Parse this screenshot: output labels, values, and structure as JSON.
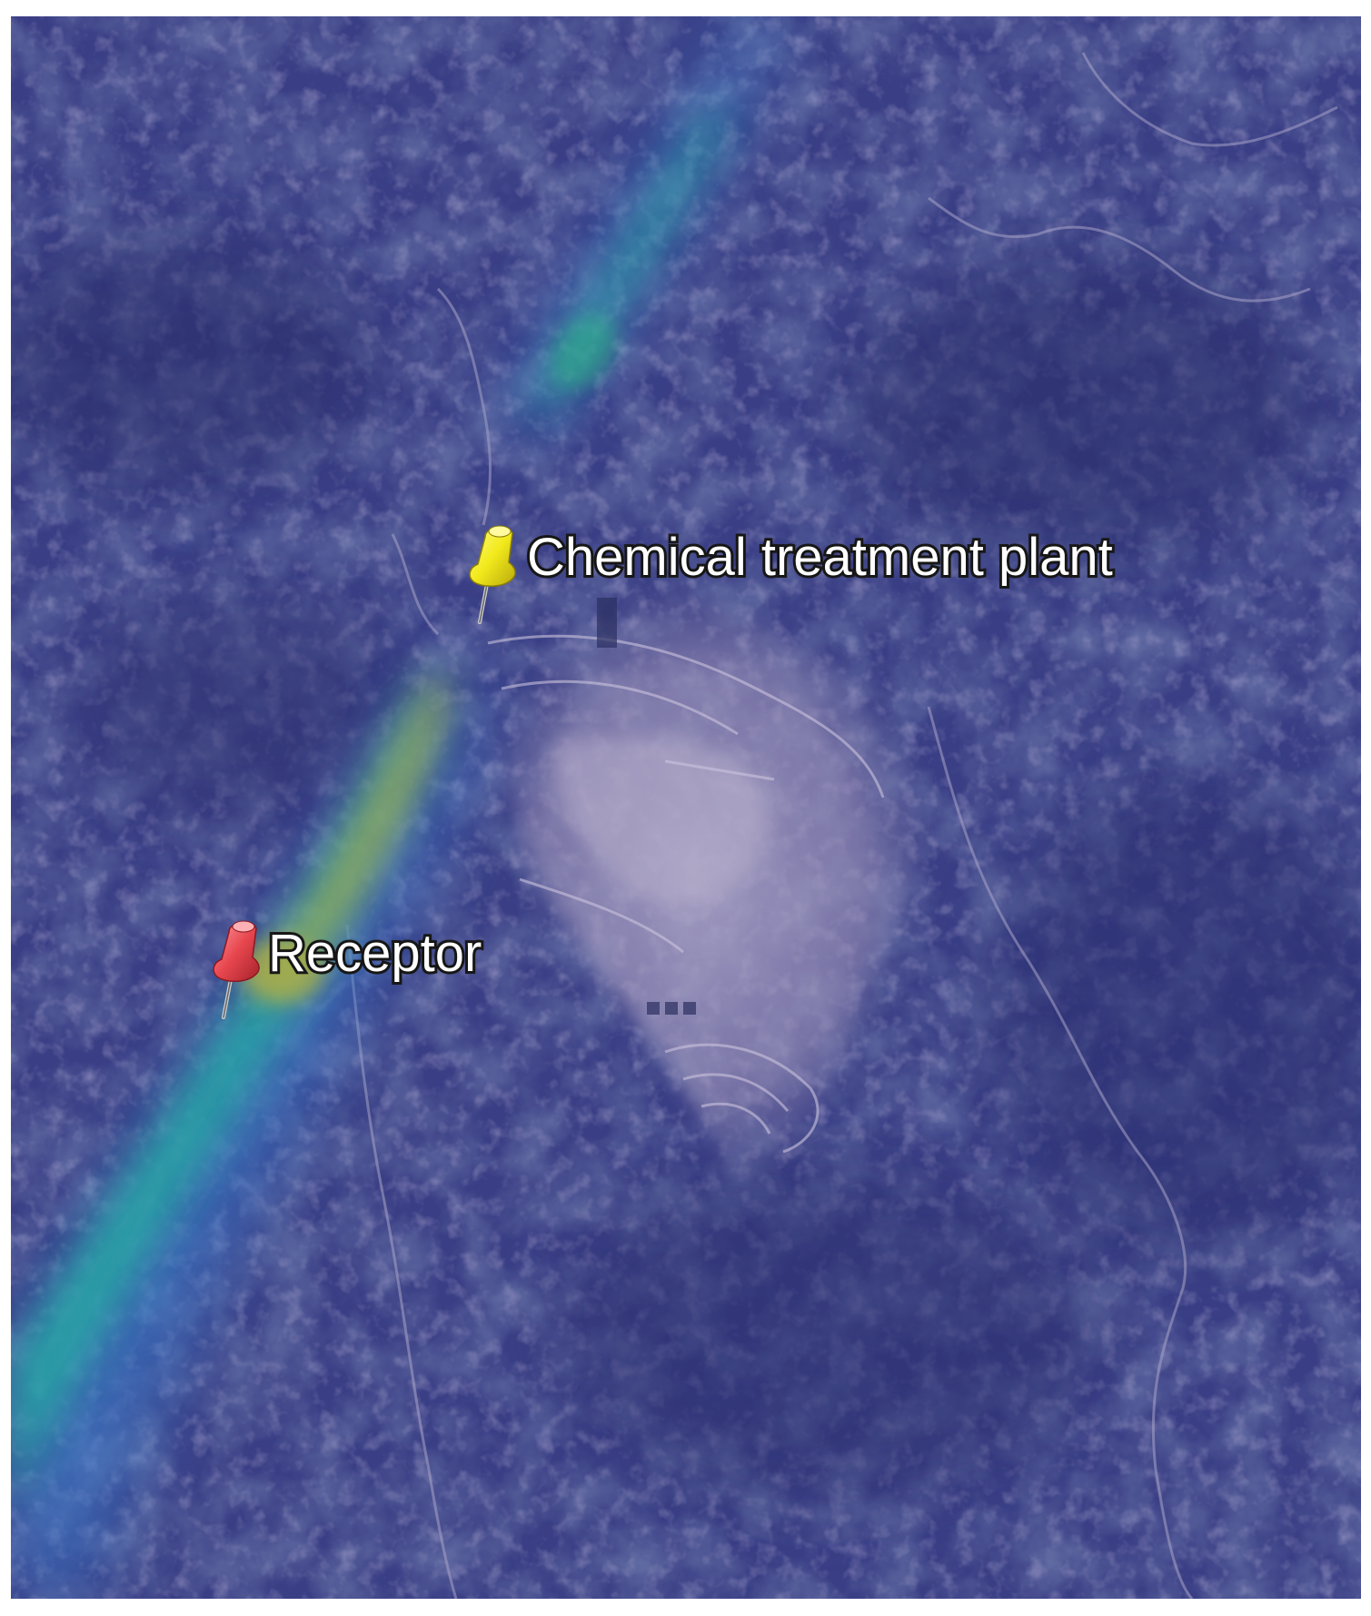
{
  "map": {
    "imagery": "satellite-terrain-with-purple-overlay",
    "colors": {
      "overlay_base": "#3b3f86",
      "plume_low": "#3a7fd0",
      "plume_mid": "#20b7a8",
      "plume_high": "#c8c038",
      "plant_pin": "#f2ea1c",
      "receptor_pin": "#e8474f"
    }
  },
  "markers": [
    {
      "id": "plant",
      "label": "Chemical treatment plant",
      "icon": "yellow-pushpin-icon"
    },
    {
      "id": "receptor",
      "label": "Receptor",
      "icon": "red-pushpin-icon"
    }
  ]
}
